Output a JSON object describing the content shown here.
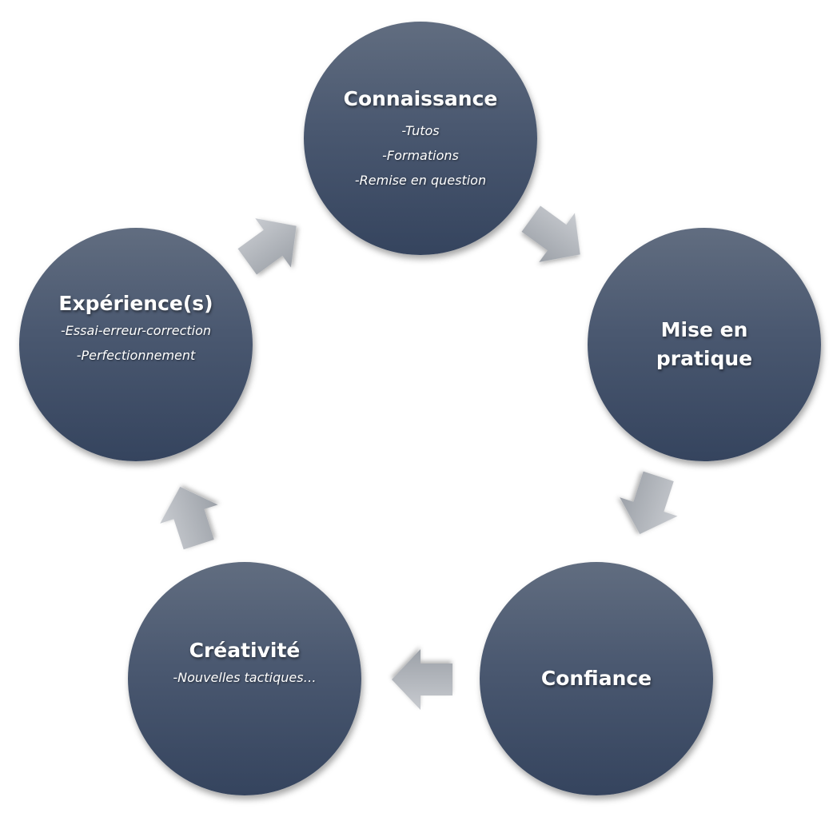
{
  "nodes": [
    {
      "title": "Connaissance",
      "items": [
        "-Tutos",
        "-Formations",
        "-Remise en question"
      ]
    },
    {
      "title": "Mise en pratique",
      "items": []
    },
    {
      "title": "Confiance",
      "items": []
    },
    {
      "title": "Créativité",
      "items": [
        "-Nouvelles tactiques…"
      ]
    },
    {
      "title": "Expérience(s)",
      "items": [
        "-Essai-erreur-correction",
        "-Perfectionnement"
      ]
    }
  ],
  "colors": {
    "circle_top": "#616d80",
    "circle_bottom": "#35445e",
    "arrow_light": "#c8cbd0",
    "arrow_dark": "#9ca1a8"
  }
}
